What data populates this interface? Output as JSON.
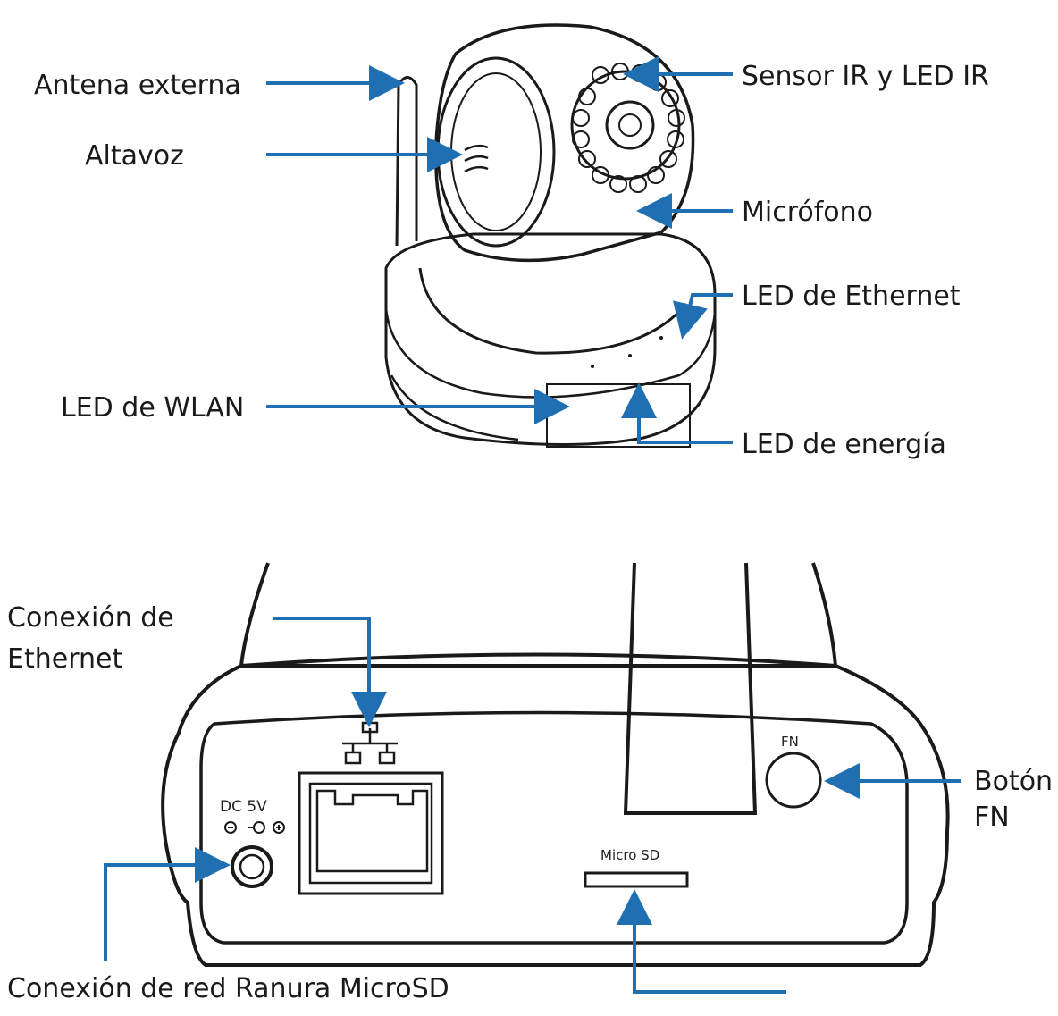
{
  "labels": {
    "external_antenna": "Antena externa",
    "speaker": "Altavoz",
    "ir_sensor_led": "Sensor IR y LED IR",
    "microphone": "Micrófono",
    "ethernet_led": "LED de Ethernet",
    "wlan_led": "LED de WLAN",
    "power_led": "LED de energía",
    "ethernet_port_line1": "Conexión de",
    "ethernet_port_line2": "Ethernet",
    "fn_button_line1": "Botón",
    "fn_button_line2": "FN",
    "bottom_caption": "Conexión de red Ranura MicroSD"
  },
  "device_markings": {
    "dc": "DC 5V",
    "microsd": "Micro SD",
    "fn": "FN"
  },
  "colors": {
    "arrow": "#1f6fb2",
    "ink": "#1a1a1a"
  }
}
